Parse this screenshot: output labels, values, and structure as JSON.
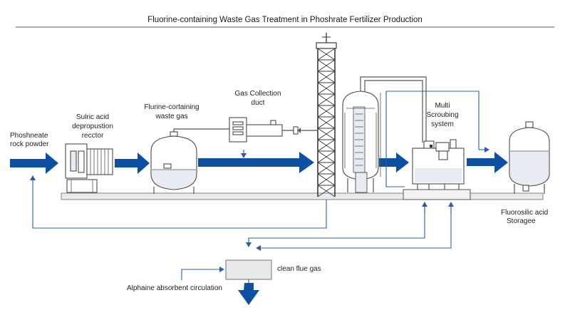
{
  "title": "Fluorine-containing Waste Gas Treatment in Phoshrate Fertilizer Production",
  "labels": {
    "rock_powder_line1": "Phoshneate",
    "rock_powder_line2": "rock powder",
    "reactor_line1": "Sulric acid",
    "reactor_line2": "depropustion",
    "reactor_line3": "recctor",
    "waste_gas_line1": "Flurine-cortaining",
    "waste_gas_line2": "waste gas",
    "duct_line1": "Gas Collection",
    "duct_line2": "duct",
    "scrubbing_line1": "Multi",
    "scrubbing_line2": "Scroubing",
    "scrubbing_line3": "system",
    "storage_line1": "Fluorosilic acid",
    "storage_line2": "Storagee",
    "clean_flue_gas": "clean flue gas",
    "absorbent": "Alphaine absorbent circulation"
  },
  "colors": {
    "flow_arrow": "#0d4fa0",
    "process_line": "#2a5ca8",
    "equipment_stroke": "#4a4a4a",
    "liquid_fill": "#e7ecf2"
  }
}
